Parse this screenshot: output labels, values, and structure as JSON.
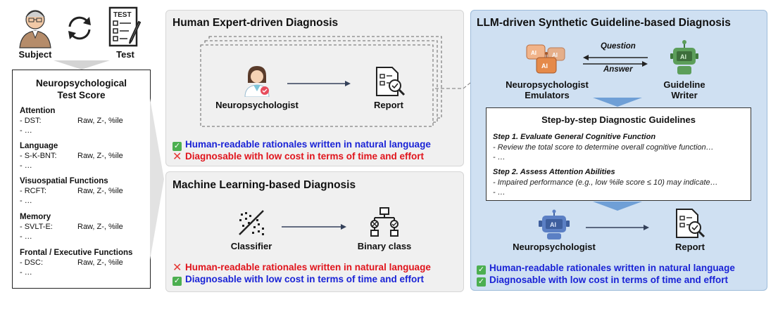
{
  "left": {
    "subject_label": "Subject",
    "test_label": "Test",
    "test_icon_text": "TEST",
    "score_title_1": "Neuropsychological",
    "score_title_2": "Test Score",
    "categories": [
      {
        "name": "Attention",
        "test": "- DST:",
        "scores": "Raw, Z-, %ile",
        "more": "- …"
      },
      {
        "name": "Language",
        "test": "- S-K-BNT:",
        "scores": "Raw, Z-, %ile",
        "more": "- …"
      },
      {
        "name": "Visuospatial Functions",
        "test": "- RCFT:",
        "scores": "Raw, Z-, %ile",
        "more": "- …"
      },
      {
        "name": "Memory",
        "test": "- SVLT-E:",
        "scores": "Raw, Z-, %ile",
        "more": "- …"
      },
      {
        "name": "Frontal / Executive Functions",
        "test": "- DSC:",
        "scores": "Raw, Z-, %ile",
        "more": "- …"
      }
    ]
  },
  "human": {
    "title": "Human Expert-driven Diagnosis",
    "neuro_label": "Neuropsychologist",
    "report_label": "Report",
    "pro_1": "Human-readable rationales written in natural language",
    "con_1": "Diagnosable with low cost in terms of time and effort"
  },
  "ml": {
    "title": "Machine Learning-based Diagnosis",
    "classifier_label": "Classifier",
    "binary_label": "Binary class",
    "con_1": "Human-readable rationales written in natural language",
    "pro_1": "Diagnosable with low cost in terms of time and effort"
  },
  "llm": {
    "title": "LLM-driven Synthetic Guideline-based Diagnosis",
    "question": "Question",
    "answer": "Answer",
    "emulators_1": "Neuropsychologist",
    "emulators_2": "Emulators",
    "writer_1": "Guideline",
    "writer_2": "Writer",
    "ai_text": "AI",
    "guide_title": "Step-by-step Diagnostic Guidelines",
    "step1": "Step 1. Evaluate General Cognitive Function",
    "step1_line": "- Review the total score to determine overall cognitive function…",
    "step1_more": "- …",
    "step2": "Step 2. Assess Attention Abilities",
    "step2_line": "- Impaired performance (e.g., low %ile score ≤ 10) may indicate…",
    "step2_more": "- …",
    "neuro_label": "Neuropsychologist",
    "report_label": "Report",
    "pro_1": "Human-readable rationales written in natural language",
    "pro_2": "Diagnosable with low cost in terms of time and effort"
  },
  "colors": {
    "check_green": "#4caf50",
    "cross_red": "#e53935",
    "pro_blue": "#1a23d6",
    "con_red": "#e0141c",
    "llm_panel": "#cfe0f2",
    "gray_panel": "#f0f0f0",
    "robot_blue": "#5b7fc4",
    "robot_green": "#5c9e5a",
    "robot_orange": "#e58a4a"
  }
}
